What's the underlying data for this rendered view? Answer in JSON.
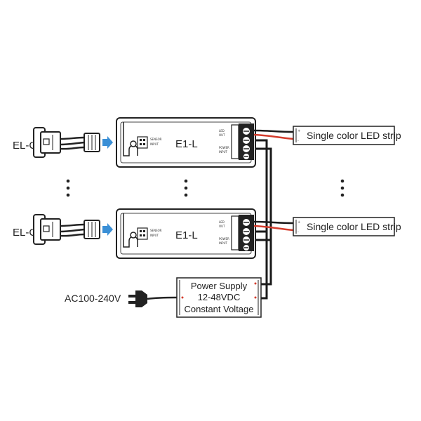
{
  "sensor_label": "EL-C",
  "controller_label": "E1-L",
  "led_strip_label": "Single color LED strip",
  "power_supply": {
    "line1": "Power Supply",
    "line2": "12-48VDC",
    "line3": "Constant Voltage"
  },
  "ac_input_label": "AC100-240V",
  "colors": {
    "arrow": "#3a8fd6",
    "wire": "#1a1a1a",
    "connector_red": "#d43c2c",
    "outline": "#222222"
  }
}
